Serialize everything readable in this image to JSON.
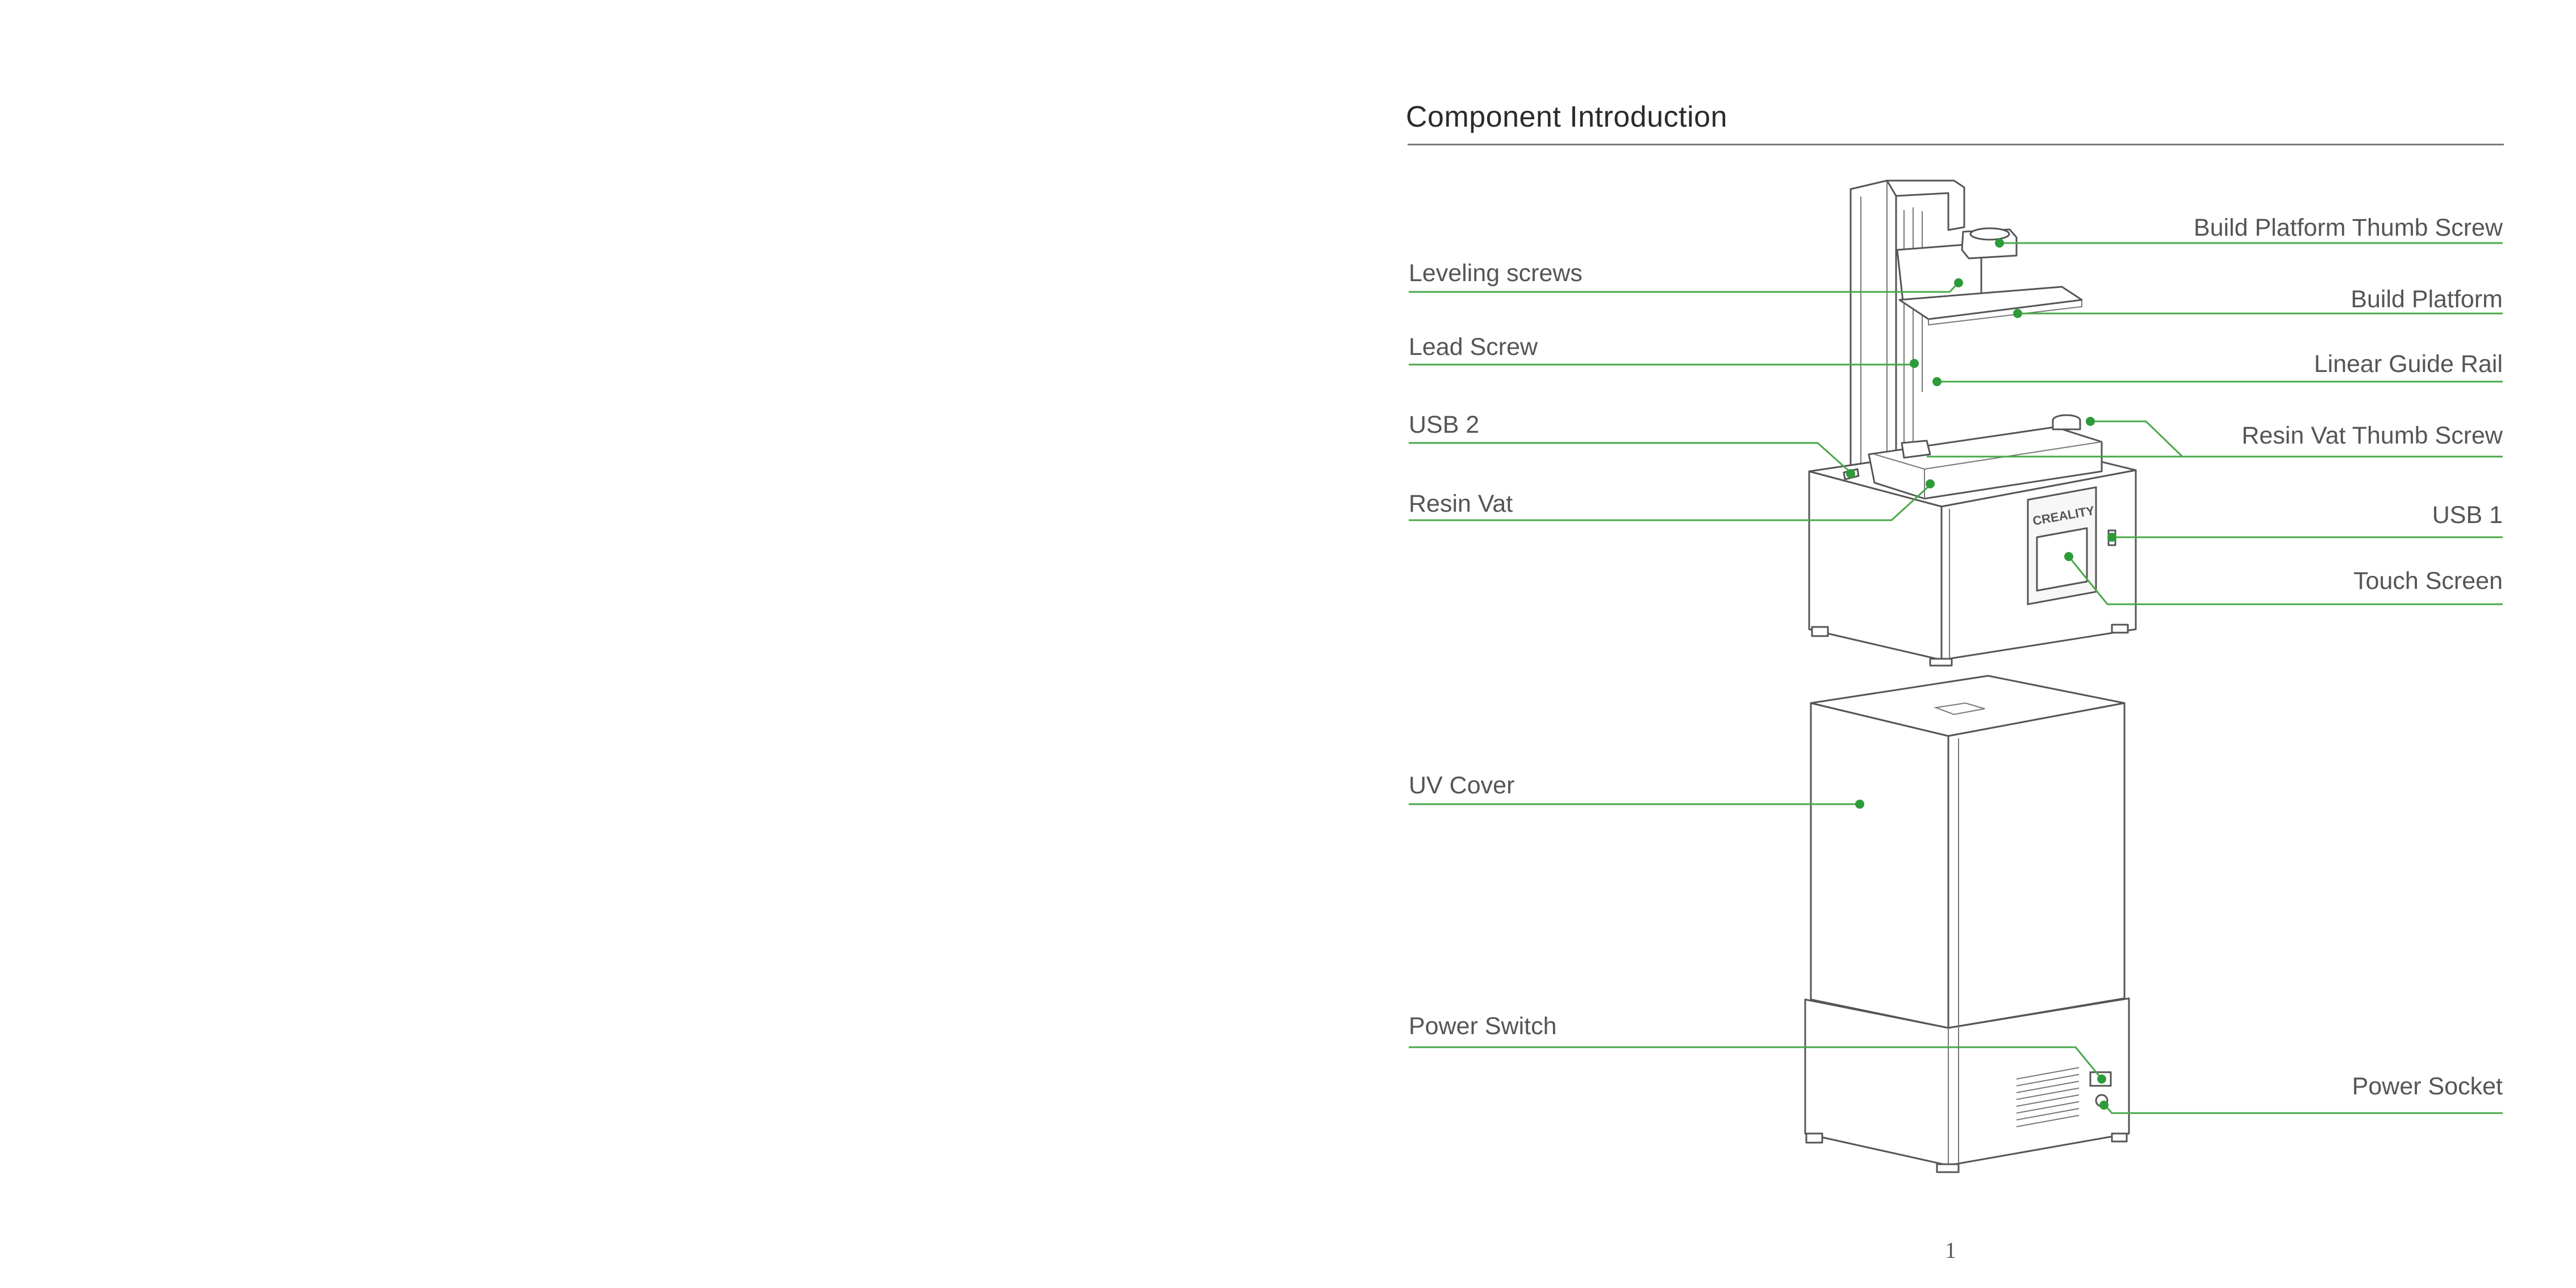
{
  "heading": "Component Introduction",
  "brand": "CREALITY",
  "page_number": "1",
  "labels": {
    "leveling_screws": "Leveling screws",
    "lead_screw": "Lead Screw",
    "usb2": "USB 2",
    "resin_vat": "Resin Vat",
    "uv_cover": "UV Cover",
    "power_switch": "Power Switch",
    "build_platform_thumb_screw": "Build Platform Thumb Screw",
    "build_platform": "Build Platform",
    "linear_guide_rail": "Linear Guide Rail",
    "resin_vat_thumb_screw": "Resin Vat Thumb Screw",
    "usb1": "USB 1",
    "touch_screen": "Touch Screen",
    "power_socket": "Power Socket"
  },
  "colors": {
    "leader_line": "#4aa84a",
    "marker_dot": "#2e9b3a",
    "heading_text": "#2b2b2b",
    "label_text": "#555555",
    "rule": "#7a7a7a"
  }
}
